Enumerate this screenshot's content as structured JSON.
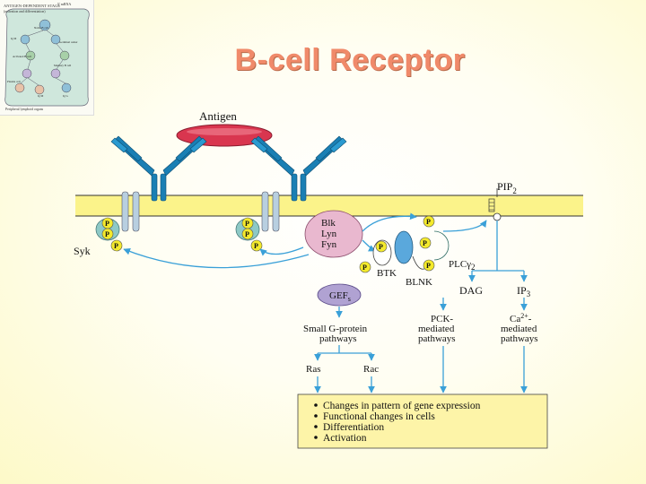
{
  "slide": {
    "title": "B-cell Receptor"
  },
  "thumbnail": {
    "header": "ANTIGEN-DEPENDENT STAGE",
    "subheader": "(activation and differentiation)",
    "corner": "5' mRNA",
    "labels": [
      "Naive B cell",
      "Ig M",
      "Activated B cell",
      "Germinal center",
      "Memory B cell",
      "Plasma cell",
      "Ig M",
      "Ig G"
    ],
    "footer": "Peripheral lymphoid organs"
  },
  "diagram": {
    "antigen": "Antigen",
    "pip2": "PIP",
    "pip2_sub": "2",
    "syk": "Syk",
    "p": "P",
    "kinases": [
      "Blk",
      "Lyn",
      "Fyn"
    ],
    "btk": "BTK",
    "blnk": "BLNK",
    "plc": "PLCγ",
    "plc_sub": "2",
    "gefs": "GEF",
    "gefs_sub": "s",
    "dag": "DAG",
    "ip3": "IP",
    "ip3_sub": "3",
    "small_g_line1": "Small G-protein",
    "small_g_line2": "pathways",
    "pck_line1": "PCK-",
    "pck_line2": "mediated",
    "pck_line3": "pathways",
    "ca_line1": "Ca",
    "ca_sup": "2+",
    "ca_suffix": "-",
    "ca_line2": "mediated",
    "ca_line3": "pathways",
    "ras": "Ras",
    "rac": "Rac",
    "outcomes": [
      "Changes in pattern of gene expression",
      "Functional changes in cells",
      "Differentiation",
      "Activation"
    ]
  },
  "colors": {
    "membrane": "#fbf38a",
    "receptor": "#1a7fb4",
    "antigen": "#d9364f",
    "kinase": "#e9b8cf",
    "gef": "#b0a2d2",
    "phosphate": "#f4ea2c",
    "syk": "#8ec9c6",
    "arrow": "#3aa0d8",
    "outcome_box": "#fdf4a8"
  }
}
